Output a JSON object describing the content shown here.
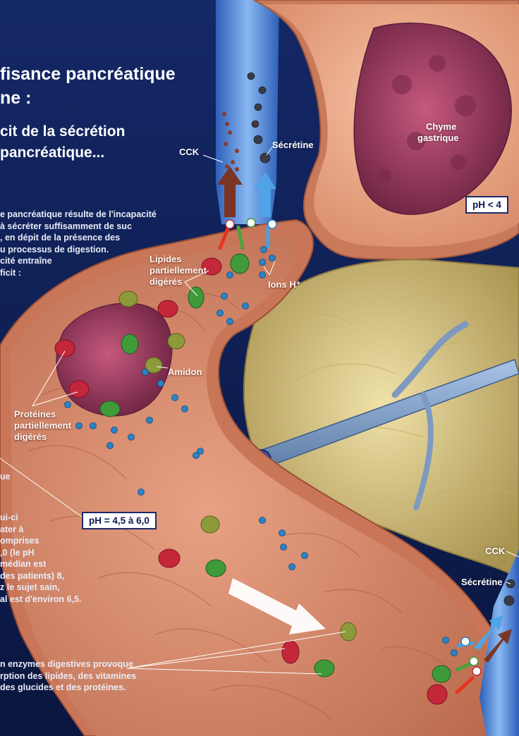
{
  "title": {
    "line1": "fisance pancréatique",
    "line2": "ne :",
    "sub1": "cit de la sécrétion",
    "sub2": "pancréatique..."
  },
  "intro": [
    "e pancréatique résulte de l'incapacité",
    "à sécréter suffisamment de suc",
    ", en dépit de la présence des",
    "u processus de digestion.",
    "cité entraîne",
    "ficit :"
  ],
  "ph_paragraph": [
    "ui-ci",
    "ater à",
    "omprises",
    ",0 (le pH",
    "médian est",
    "des patients) 8,",
    "z le sujet sain,",
    "al est d'environ 6,5."
  ],
  "fragment_que": "ue",
  "bottom": [
    "n enzymes digestives provoque",
    "rption des lipides, des vitamines",
    "des glucides et des protéines."
  ],
  "labels": {
    "cck_top": "CCK",
    "secretine_top": "Sécrétine",
    "chyme_line1": "Chyme",
    "chyme_line2": "gastrique",
    "ph_stomach": "pH < 4",
    "lipides_line1": "Lipides",
    "lipides_line2": "partiellement",
    "lipides_line3": "digérés",
    "ions": "Ions H⁺",
    "amidon": "Amidon",
    "proteines_line1": "Protéines",
    "proteines_line2": "partiellement",
    "proteines_line3": "digérés",
    "ph_intestine": "pH = 4,5 à 6,0",
    "cck_bottom": "CCK",
    "secretine_bottom": "Sécrétine"
  },
  "colors": {
    "background": "#0b1a4a",
    "intestine": "#e8a07a",
    "stomach": "#e7a584",
    "pancreas": "#d9c98a",
    "vessel_blue": "#3f7fd6",
    "protein_red": "#c4263a",
    "lipid_green": "#3f9a3a",
    "starch_olive": "#8d9a3a",
    "ion_blue": "#2a83c6"
  }
}
